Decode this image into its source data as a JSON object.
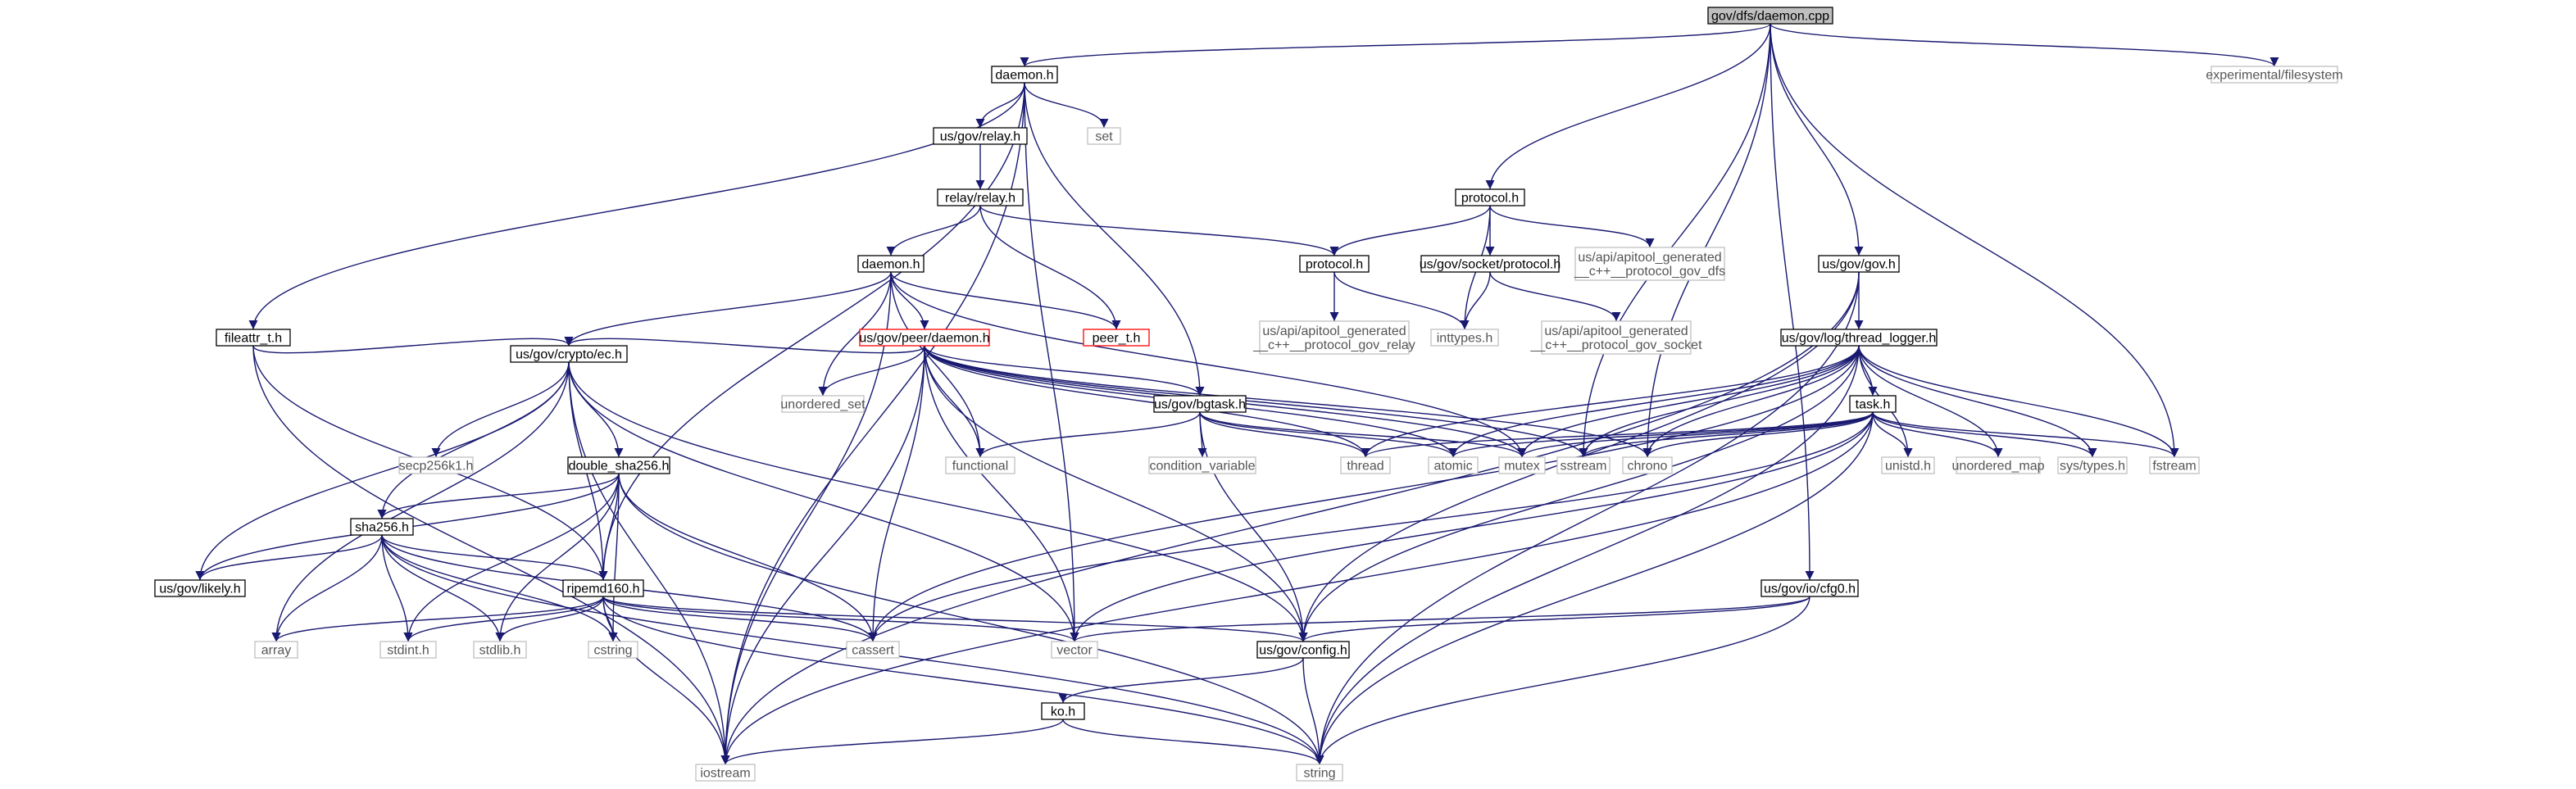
{
  "colors": {
    "edge": "#191970",
    "box": "#000000",
    "ext_box": "#bfbfbf",
    "warn_box": "#ff0000",
    "root_fill": "#bfbfbf"
  },
  "nodes": [
    {
      "id": "gov_dfs_daemon_cpp",
      "label": "gov/dfs/daemon.cpp",
      "kind": "root"
    },
    {
      "id": "daemon_h_top",
      "label": "daemon.h",
      "kind": "file"
    },
    {
      "id": "experimental_filesystem",
      "label": "experimental/filesystem",
      "kind": "external"
    },
    {
      "id": "set",
      "label": "set",
      "kind": "external"
    },
    {
      "id": "us_gov_relay_h",
      "label": "us/gov/relay.h",
      "kind": "file"
    },
    {
      "id": "relay_relay_h",
      "label": "relay/relay.h",
      "kind": "file"
    },
    {
      "id": "protocol_h_top",
      "label": "protocol.h",
      "kind": "file"
    },
    {
      "id": "protocol_h",
      "label": "protocol.h",
      "kind": "file"
    },
    {
      "id": "us_gov_socket_protocol_h",
      "label": "us/gov/socket/protocol.h",
      "kind": "file"
    },
    {
      "id": "apitool_dfs",
      "label": [
        "us/api/apitool_generated",
        "__c++__protocol_gov_dfs"
      ],
      "kind": "external"
    },
    {
      "id": "us_gov_gov_h",
      "label": "us/gov/gov.h",
      "kind": "file"
    },
    {
      "id": "daemon_h_mid",
      "label": "daemon.h",
      "kind": "file"
    },
    {
      "id": "peer_t_h",
      "label": "peer_t.h",
      "kind": "warn"
    },
    {
      "id": "apitool_relay",
      "label": [
        "us/api/apitool_generated",
        "__c++__protocol_gov_relay"
      ],
      "kind": "external"
    },
    {
      "id": "inttypes_h",
      "label": "inttypes.h",
      "kind": "external"
    },
    {
      "id": "apitool_socket",
      "label": [
        "us/api/apitool_generated",
        "__c++__protocol_gov_socket"
      ],
      "kind": "external"
    },
    {
      "id": "thread_logger_h",
      "label": "us/gov/log/thread_logger.h",
      "kind": "file"
    },
    {
      "id": "fileattr_t_h",
      "label": "fileattr_t.h",
      "kind": "file"
    },
    {
      "id": "us_gov_peer_daemon_h",
      "label": "us/gov/peer/daemon.h",
      "kind": "warn"
    },
    {
      "id": "us_gov_crypto_ec_h",
      "label": "us/gov/crypto/ec.h",
      "kind": "file"
    },
    {
      "id": "unordered_set",
      "label": "unordered_set",
      "kind": "external"
    },
    {
      "id": "us_gov_bgtask_h",
      "label": "us/gov/bgtask.h",
      "kind": "file"
    },
    {
      "id": "task_h",
      "label": "task.h",
      "kind": "file"
    },
    {
      "id": "secp256k1_h",
      "label": "secp256k1.h",
      "kind": "external"
    },
    {
      "id": "double_sha256_h",
      "label": "double_sha256.h",
      "kind": "file"
    },
    {
      "id": "functional",
      "label": "functional",
      "kind": "external"
    },
    {
      "id": "condition_variable",
      "label": "condition_variable",
      "kind": "external"
    },
    {
      "id": "thread",
      "label": "thread",
      "kind": "external"
    },
    {
      "id": "atomic",
      "label": "atomic",
      "kind": "external"
    },
    {
      "id": "mutex",
      "label": "mutex",
      "kind": "external"
    },
    {
      "id": "sstream",
      "label": "sstream",
      "kind": "external"
    },
    {
      "id": "chrono",
      "label": "chrono",
      "kind": "external"
    },
    {
      "id": "unistd_h",
      "label": "unistd.h",
      "kind": "external"
    },
    {
      "id": "unordered_map",
      "label": "unordered_map",
      "kind": "external"
    },
    {
      "id": "sys_types_h",
      "label": "sys/types.h",
      "kind": "external"
    },
    {
      "id": "fstream",
      "label": "fstream",
      "kind": "external"
    },
    {
      "id": "sha256_h",
      "label": "sha256.h",
      "kind": "file"
    },
    {
      "id": "us_gov_likely_h",
      "label": "us/gov/likely.h",
      "kind": "file"
    },
    {
      "id": "ripemd160_h",
      "label": "ripemd160.h",
      "kind": "file"
    },
    {
      "id": "us_gov_io_cfg0_h",
      "label": "us/gov/io/cfg0.h",
      "kind": "file"
    },
    {
      "id": "array",
      "label": "array",
      "kind": "external"
    },
    {
      "id": "stdint_h",
      "label": "stdint.h",
      "kind": "external"
    },
    {
      "id": "stdlib_h",
      "label": "stdlib.h",
      "kind": "external"
    },
    {
      "id": "cstring",
      "label": "cstring",
      "kind": "external"
    },
    {
      "id": "cassert",
      "label": "cassert",
      "kind": "external"
    },
    {
      "id": "vector",
      "label": "vector",
      "kind": "external"
    },
    {
      "id": "us_gov_config_h",
      "label": "us/gov/config.h",
      "kind": "file"
    },
    {
      "id": "ko_h",
      "label": "ko.h",
      "kind": "file"
    },
    {
      "id": "iostream",
      "label": "iostream",
      "kind": "external"
    },
    {
      "id": "string",
      "label": "string",
      "kind": "external"
    }
  ],
  "edges": [
    [
      "gov_dfs_daemon_cpp",
      "daemon_h_top"
    ],
    [
      "gov_dfs_daemon_cpp",
      "protocol_h_top"
    ],
    [
      "gov_dfs_daemon_cpp",
      "us_gov_gov_h"
    ],
    [
      "gov_dfs_daemon_cpp",
      "experimental_filesystem"
    ],
    [
      "gov_dfs_daemon_cpp",
      "fstream"
    ],
    [
      "gov_dfs_daemon_cpp",
      "chrono"
    ],
    [
      "gov_dfs_daemon_cpp",
      "sstream"
    ],
    [
      "gov_dfs_daemon_cpp",
      "us_gov_io_cfg0_h"
    ],
    [
      "daemon_h_top",
      "us_gov_relay_h"
    ],
    [
      "daemon_h_top",
      "set"
    ],
    [
      "daemon_h_top",
      "fileattr_t_h"
    ],
    [
      "daemon_h_top",
      "us_gov_bgtask_h"
    ],
    [
      "daemon_h_top",
      "vector"
    ],
    [
      "daemon_h_top",
      "iostream"
    ],
    [
      "daemon_h_top",
      "ripemd160_h"
    ],
    [
      "us_gov_relay_h",
      "relay_relay_h"
    ],
    [
      "relay_relay_h",
      "daemon_h_mid"
    ],
    [
      "relay_relay_h",
      "peer_t_h"
    ],
    [
      "relay_relay_h",
      "protocol_h"
    ],
    [
      "protocol_h_top",
      "protocol_h"
    ],
    [
      "protocol_h_top",
      "us_gov_socket_protocol_h"
    ],
    [
      "protocol_h_top",
      "apitool_dfs"
    ],
    [
      "protocol_h_top",
      "inttypes_h"
    ],
    [
      "protocol_h",
      "apitool_relay"
    ],
    [
      "protocol_h",
      "inttypes_h"
    ],
    [
      "us_gov_socket_protocol_h",
      "inttypes_h"
    ],
    [
      "us_gov_socket_protocol_h",
      "apitool_socket"
    ],
    [
      "us_gov_gov_h",
      "thread_logger_h"
    ],
    [
      "us_gov_gov_h",
      "us_gov_config_h"
    ],
    [
      "us_gov_gov_h",
      "string"
    ],
    [
      "us_gov_gov_h",
      "iostream"
    ],
    [
      "daemon_h_mid",
      "us_gov_peer_daemon_h"
    ],
    [
      "daemon_h_mid",
      "peer_t_h"
    ],
    [
      "daemon_h_mid",
      "us_gov_crypto_ec_h"
    ],
    [
      "daemon_h_mid",
      "unordered_set"
    ],
    [
      "daemon_h_mid",
      "functional"
    ],
    [
      "daemon_h_mid",
      "iostream"
    ],
    [
      "daemon_h_mid",
      "mutex"
    ],
    [
      "fileattr_t_h",
      "us_gov_crypto_ec_h"
    ],
    [
      "fileattr_t_h",
      "ripemd160_h"
    ],
    [
      "fileattr_t_h",
      "iostream"
    ],
    [
      "us_gov_peer_daemon_h",
      "us_gov_crypto_ec_h"
    ],
    [
      "us_gov_peer_daemon_h",
      "unordered_set"
    ],
    [
      "us_gov_peer_daemon_h",
      "us_gov_bgtask_h"
    ],
    [
      "us_gov_peer_daemon_h",
      "functional"
    ],
    [
      "us_gov_peer_daemon_h",
      "thread"
    ],
    [
      "us_gov_peer_daemon_h",
      "atomic"
    ],
    [
      "us_gov_peer_daemon_h",
      "mutex"
    ],
    [
      "us_gov_peer_daemon_h",
      "sstream"
    ],
    [
      "us_gov_peer_daemon_h",
      "chrono"
    ],
    [
      "us_gov_peer_daemon_h",
      "vector"
    ],
    [
      "us_gov_peer_daemon_h",
      "cassert"
    ],
    [
      "us_gov_peer_daemon_h",
      "iostream"
    ],
    [
      "us_gov_peer_daemon_h",
      "us_gov_config_h"
    ],
    [
      "us_gov_bgtask_h",
      "functional"
    ],
    [
      "us_gov_bgtask_h",
      "condition_variable"
    ],
    [
      "us_gov_bgtask_h",
      "thread"
    ],
    [
      "us_gov_bgtask_h",
      "atomic"
    ],
    [
      "us_gov_bgtask_h",
      "mutex"
    ],
    [
      "us_gov_bgtask_h",
      "us_gov_config_h"
    ],
    [
      "us_gov_crypto_ec_h",
      "secp256k1_h"
    ],
    [
      "us_gov_crypto_ec_h",
      "double_sha256_h"
    ],
    [
      "us_gov_crypto_ec_h",
      "sha256_h"
    ],
    [
      "us_gov_crypto_ec_h",
      "us_gov_likely_h"
    ],
    [
      "us_gov_crypto_ec_h",
      "ripemd160_h"
    ],
    [
      "us_gov_crypto_ec_h",
      "array"
    ],
    [
      "us_gov_crypto_ec_h",
      "vector"
    ],
    [
      "us_gov_crypto_ec_h",
      "iostream"
    ],
    [
      "us_gov_crypto_ec_h",
      "us_gov_config_h"
    ],
    [
      "double_sha256_h",
      "sha256_h"
    ],
    [
      "double_sha256_h",
      "us_gov_likely_h"
    ],
    [
      "double_sha256_h",
      "ripemd160_h"
    ],
    [
      "double_sha256_h",
      "stdint_h"
    ],
    [
      "double_sha256_h",
      "stdlib_h"
    ],
    [
      "double_sha256_h",
      "cstring"
    ],
    [
      "double_sha256_h",
      "cassert"
    ],
    [
      "double_sha256_h",
      "string"
    ],
    [
      "sha256_h",
      "us_gov_likely_h"
    ],
    [
      "sha256_h",
      "ripemd160_h"
    ],
    [
      "sha256_h",
      "array"
    ],
    [
      "sha256_h",
      "stdint_h"
    ],
    [
      "sha256_h",
      "stdlib_h"
    ],
    [
      "sha256_h",
      "cstring"
    ],
    [
      "sha256_h",
      "cassert"
    ],
    [
      "sha256_h",
      "string"
    ],
    [
      "ripemd160_h",
      "array"
    ],
    [
      "ripemd160_h",
      "stdint_h"
    ],
    [
      "ripemd160_h",
      "stdlib_h"
    ],
    [
      "ripemd160_h",
      "cstring"
    ],
    [
      "ripemd160_h",
      "cassert"
    ],
    [
      "ripemd160_h",
      "vector"
    ],
    [
      "ripemd160_h",
      "us_gov_config_h"
    ],
    [
      "ripemd160_h",
      "iostream"
    ],
    [
      "ripemd160_h",
      "string"
    ],
    [
      "thread_logger_h",
      "task_h"
    ],
    [
      "thread_logger_h",
      "thread"
    ],
    [
      "thread_logger_h",
      "atomic"
    ],
    [
      "thread_logger_h",
      "mutex"
    ],
    [
      "thread_logger_h",
      "sstream"
    ],
    [
      "thread_logger_h",
      "chrono"
    ],
    [
      "thread_logger_h",
      "unistd_h"
    ],
    [
      "thread_logger_h",
      "unordered_map"
    ],
    [
      "thread_logger_h",
      "sys_types_h"
    ],
    [
      "thread_logger_h",
      "fstream"
    ],
    [
      "thread_logger_h",
      "cassert"
    ],
    [
      "thread_logger_h",
      "us_gov_config_h"
    ],
    [
      "thread_logger_h",
      "string"
    ],
    [
      "task_h",
      "thread"
    ],
    [
      "task_h",
      "atomic"
    ],
    [
      "task_h",
      "mutex"
    ],
    [
      "task_h",
      "sstream"
    ],
    [
      "task_h",
      "chrono"
    ],
    [
      "task_h",
      "unistd_h"
    ],
    [
      "task_h",
      "unordered_map"
    ],
    [
      "task_h",
      "sys_types_h"
    ],
    [
      "task_h",
      "fstream"
    ],
    [
      "task_h",
      "cassert"
    ],
    [
      "task_h",
      "vector"
    ],
    [
      "task_h",
      "iostream"
    ],
    [
      "task_h",
      "string"
    ],
    [
      "us_gov_io_cfg0_h",
      "us_gov_config_h"
    ],
    [
      "us_gov_io_cfg0_h",
      "vector"
    ],
    [
      "us_gov_io_cfg0_h",
      "string"
    ],
    [
      "us_gov_config_h",
      "ko_h"
    ],
    [
      "us_gov_config_h",
      "string"
    ],
    [
      "ko_h",
      "iostream"
    ],
    [
      "ko_h",
      "string"
    ]
  ]
}
